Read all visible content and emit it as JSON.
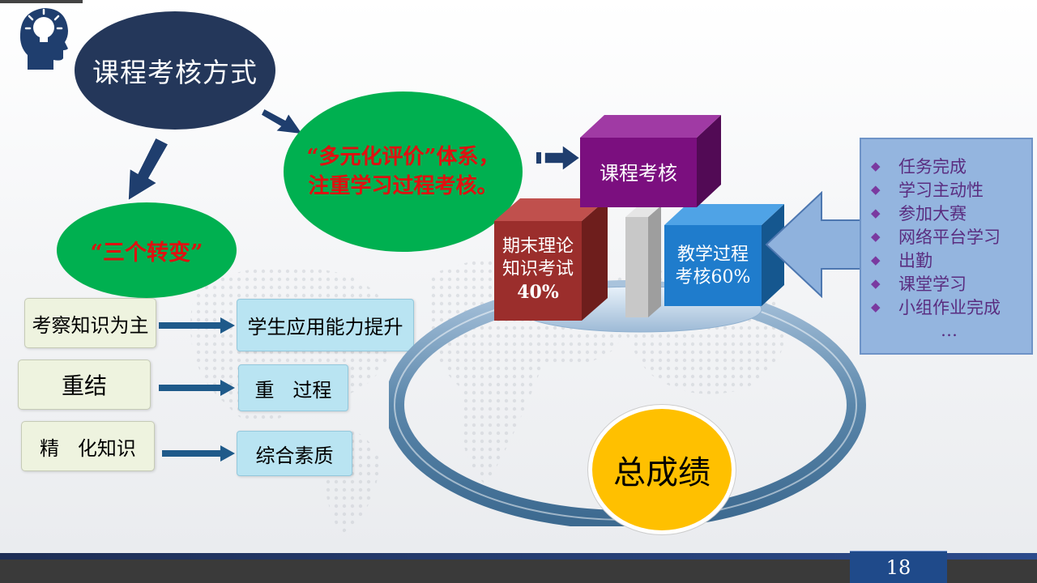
{
  "title": "课程考核方式",
  "multi_eval": {
    "line1": "“多元化评价”体系，",
    "line2": "注重学习过程考核。"
  },
  "three_changes": "“三个转变”",
  "transforms": [
    {
      "from": "考察知识为主",
      "to": "学生应用能力提升"
    },
    {
      "from": "重结",
      "to": "重   过程"
    },
    {
      "from": "精   化知识",
      "to": "综合素质"
    }
  ],
  "cube_top": "课程考核",
  "cube_left": {
    "line1": "期末理论",
    "line2": "知识考试",
    "line3": "40%"
  },
  "cube_right": {
    "line1": "教学过程",
    "line2": "考核60%"
  },
  "process_items": [
    "任务完成",
    "学习主动性",
    "参加大赛",
    "网络平台学习",
    "出勤",
    "课堂学习",
    "小组作业完成",
    "…"
  ],
  "total_label": "总成绩",
  "page_number": "18",
  "colors": {
    "navy": "#24375a",
    "green": "#00b050",
    "red_text": "#e01010",
    "purple": "#7b0f7f",
    "maroon": "#9b2e2c",
    "blue": "#1f7ccc",
    "gold": "#ffc000"
  }
}
